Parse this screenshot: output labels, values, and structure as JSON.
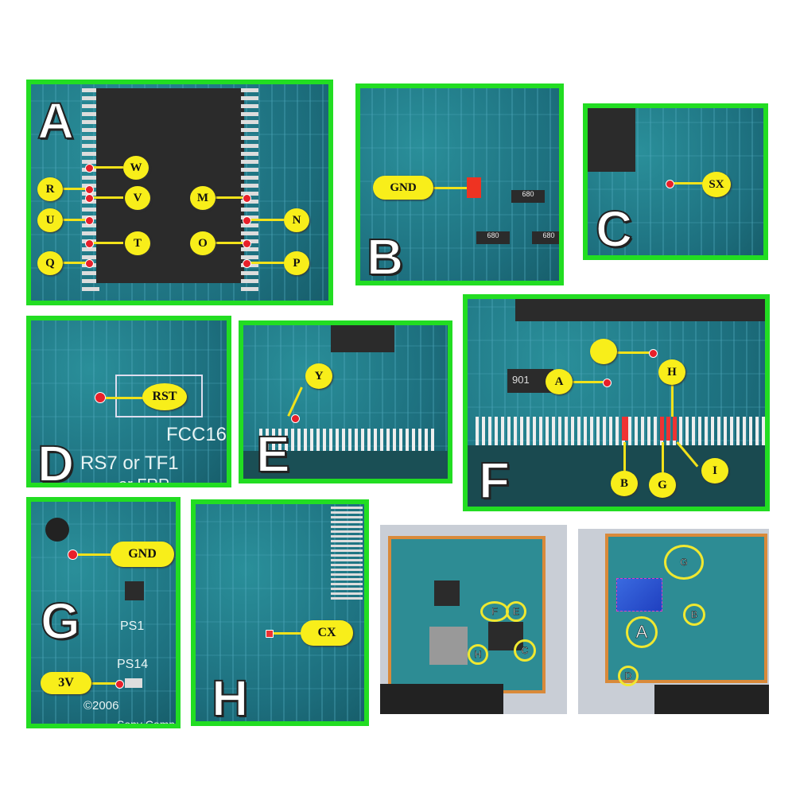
{
  "panels": {
    "A": {
      "letter": "A",
      "labels": [
        "W",
        "R",
        "V",
        "M",
        "U",
        "N",
        "T",
        "O",
        "Q",
        "P"
      ]
    },
    "B": {
      "letter": "B",
      "labels": [
        "GND"
      ],
      "silk": [
        "680",
        "680",
        "680"
      ]
    },
    "C": {
      "letter": "C",
      "labels": [
        "SX"
      ]
    },
    "D": {
      "letter": "D",
      "labels": [
        "RST"
      ],
      "silk": [
        "FCC16",
        "RS7 or TF1",
        "or FRR"
      ]
    },
    "E": {
      "letter": "E",
      "labels": [
        "Y"
      ]
    },
    "F": {
      "letter": "F",
      "labels": [
        "A",
        "H",
        "B",
        "G",
        "I"
      ],
      "silk": [
        "901"
      ]
    },
    "G": {
      "letter": "G",
      "labels": [
        "GND",
        "3V"
      ],
      "silk": [
        "PS1",
        "PS14",
        "©2006",
        "Sony Comp"
      ]
    },
    "H": {
      "letter": "H",
      "labels": [
        "CX"
      ]
    }
  },
  "overview_left": {
    "markers": [
      "F",
      "E",
      "H",
      "C"
    ]
  },
  "overview_right": {
    "markers": [
      "G",
      "B",
      "A",
      "D"
    ]
  }
}
